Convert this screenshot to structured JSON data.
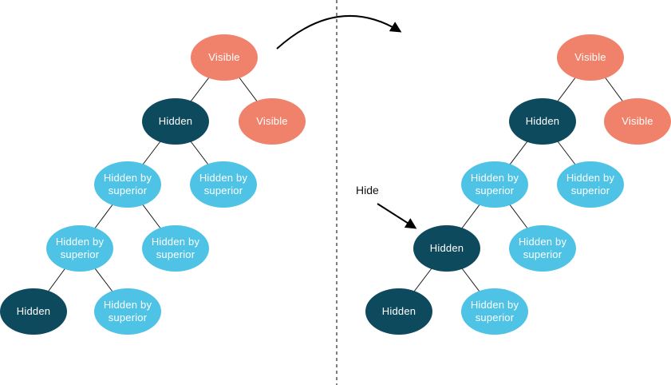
{
  "colors": {
    "visible": "#F0826B",
    "hidden": "#0E4A5E",
    "hidden_by_superior": "#4EC3E6"
  },
  "annotations": {
    "hide_label": "Hide"
  },
  "icons": {
    "transition_arrow": "curved-arrow-left-to-right",
    "hide_arrow": "diagonal-arrow-pointing-to-node",
    "divider": "vertical-dashed-line"
  },
  "left_tree": {
    "nodes": [
      {
        "label": "Visible",
        "state": "visible"
      },
      {
        "label": "Hidden",
        "state": "hidden"
      },
      {
        "label": "Visible",
        "state": "visible"
      },
      {
        "label": "Hidden by superior",
        "state": "hidden-by-superior"
      },
      {
        "label": "Hidden by superior",
        "state": "hidden-by-superior"
      },
      {
        "label": "Hidden by superior",
        "state": "hidden-by-superior"
      },
      {
        "label": "Hidden by superior",
        "state": "hidden-by-superior"
      },
      {
        "label": "Hidden",
        "state": "hidden"
      },
      {
        "label": "Hidden by superior",
        "state": "hidden-by-superior"
      }
    ],
    "edges": [
      [
        0,
        1
      ],
      [
        0,
        2
      ],
      [
        1,
        3
      ],
      [
        1,
        4
      ],
      [
        3,
        5
      ],
      [
        3,
        6
      ],
      [
        5,
        7
      ],
      [
        5,
        8
      ]
    ]
  },
  "right_tree": {
    "nodes": [
      {
        "label": "Visible",
        "state": "visible"
      },
      {
        "label": "Hidden",
        "state": "hidden"
      },
      {
        "label": "Visible",
        "state": "visible"
      },
      {
        "label": "Hidden by superior",
        "state": "hidden-by-superior"
      },
      {
        "label": "Hidden by superior",
        "state": "hidden-by-superior"
      },
      {
        "label": "Hidden",
        "state": "hidden"
      },
      {
        "label": "Hidden by superior",
        "state": "hidden-by-superior"
      },
      {
        "label": "Hidden",
        "state": "hidden"
      },
      {
        "label": "Hidden by superior",
        "state": "hidden-by-superior"
      }
    ],
    "edges": [
      [
        0,
        1
      ],
      [
        0,
        2
      ],
      [
        1,
        3
      ],
      [
        1,
        4
      ],
      [
        3,
        5
      ],
      [
        3,
        6
      ],
      [
        5,
        7
      ],
      [
        5,
        8
      ]
    ]
  }
}
